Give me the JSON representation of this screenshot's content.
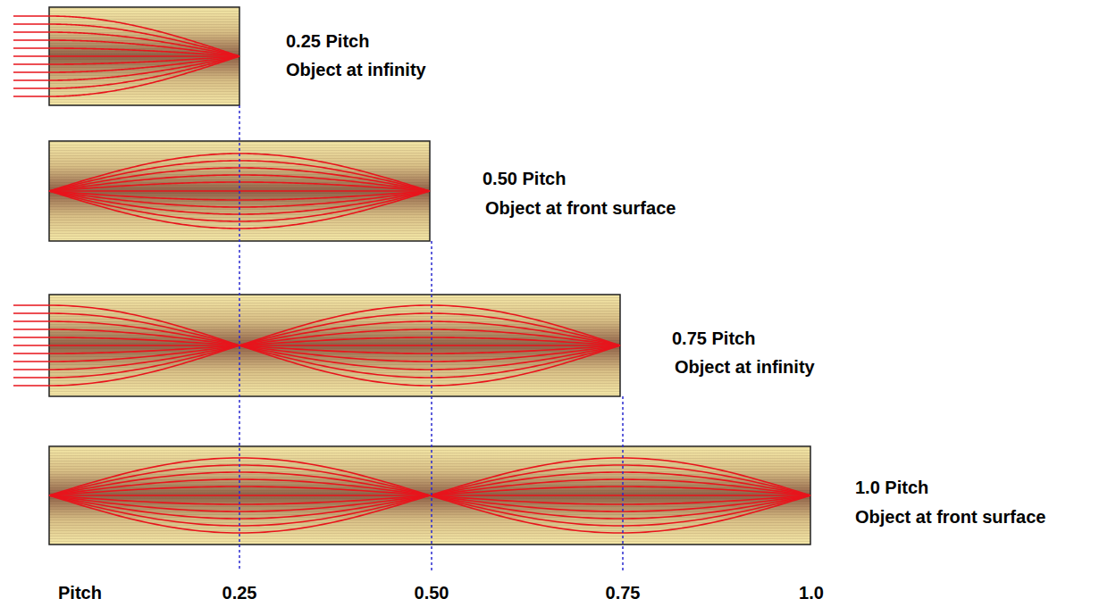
{
  "diagram": {
    "labels": [
      "0.25 Pitch",
      "Object at infinity",
      "0.50 Pitch",
      "Object at front surface",
      "0.75 Pitch",
      "Object at infinity",
      "1.0 Pitch",
      "Object at front surface",
      "Pitch",
      "0.25",
      "0.50",
      "0.75",
      "1.0"
    ]
  }
}
